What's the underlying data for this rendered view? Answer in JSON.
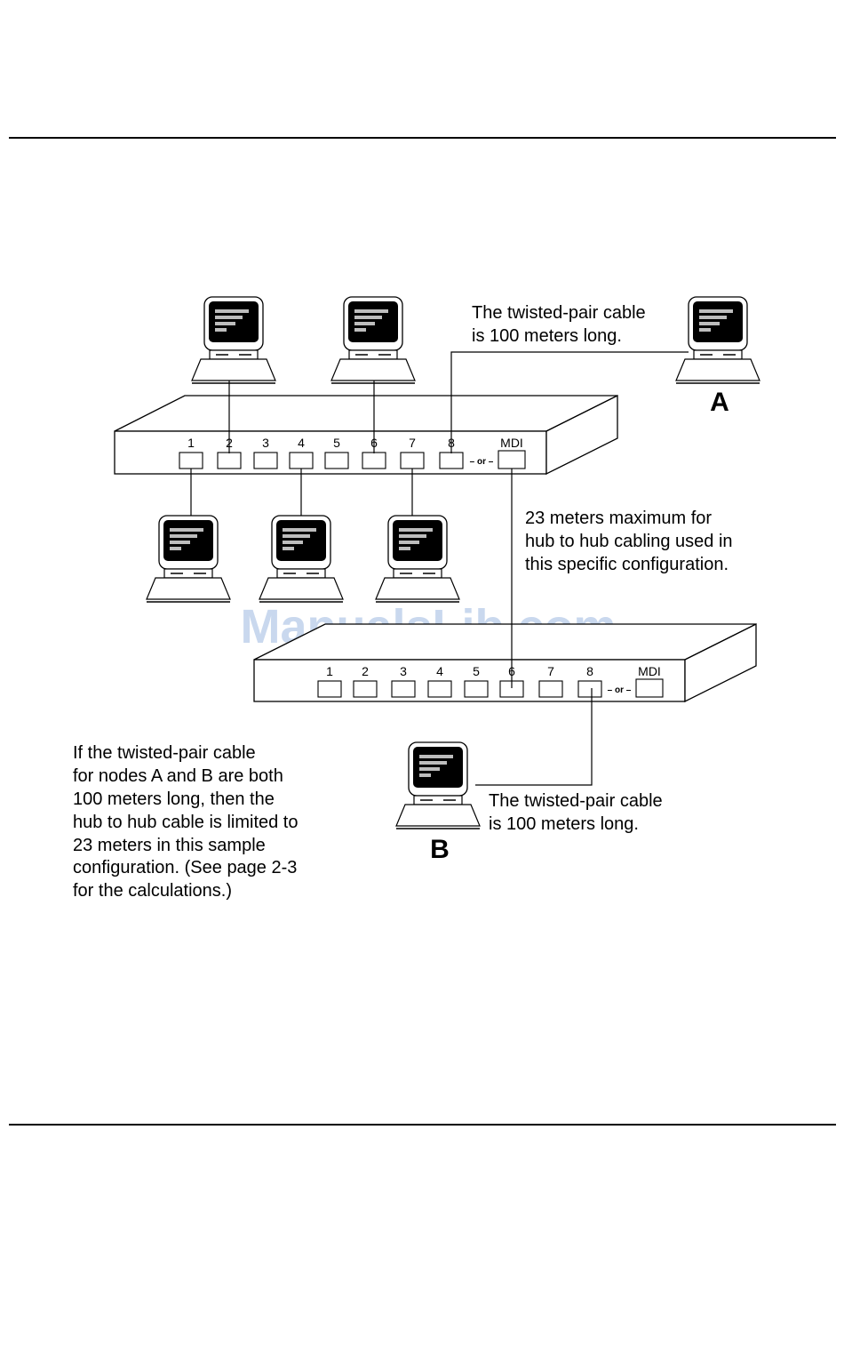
{
  "watermark": "ManualsLib.com",
  "hub_top": {
    "ports": [
      "1",
      "2",
      "3",
      "4",
      "5",
      "6",
      "7",
      "8"
    ],
    "mdi_label": "MDI",
    "or_label": "– or –"
  },
  "hub_bottom": {
    "ports": [
      "1",
      "2",
      "3",
      "4",
      "5",
      "6",
      "7",
      "8"
    ],
    "mdi_label": "MDI",
    "or_label": "– or –"
  },
  "callout_a": {
    "lines": [
      "The twisted-pair cable",
      "is 100 meters long."
    ],
    "node_letter": "A"
  },
  "callout_hub": {
    "lines": [
      "23 meters maximum for",
      "hub to hub cabling used in",
      "this specific configuration."
    ]
  },
  "callout_b": {
    "lines": [
      "The twisted-pair cable",
      "is 100 meters long."
    ],
    "node_letter": "B"
  },
  "note": {
    "lines": [
      "If the twisted-pair cable",
      "for nodes A and B are both",
      "100 meters long, then the",
      "hub to hub cable is limited to",
      "23 meters in this sample",
      "configuration. (See page 2-3",
      "for the calculations.)"
    ]
  },
  "icons": {
    "computer": "computer-icon"
  }
}
